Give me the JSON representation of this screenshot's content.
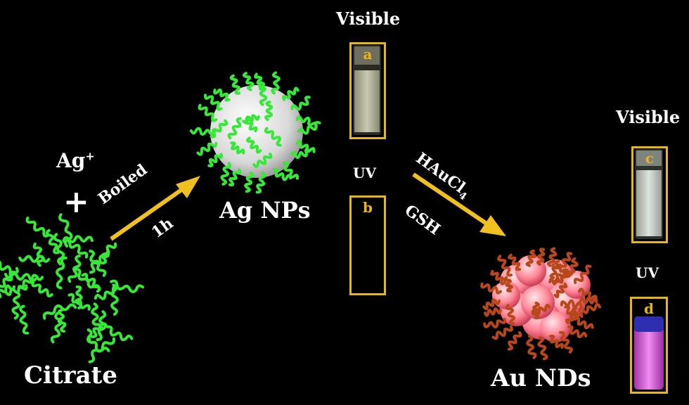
{
  "labels": {
    "visible_top": "Visible",
    "visible_right": "Visible",
    "uv_middle": "UV",
    "uv_right": "UV",
    "ag_ion": "Ag",
    "ag_ion_sup": "+",
    "plus": "+",
    "citrate": "Citrate",
    "ag_nps": "Ag NPs",
    "au_nds": "Au NDs",
    "boiled": "Boiled",
    "time": "1h",
    "hau": "HAuCl",
    "hau_sub": "4",
    "gsh": "GSH"
  },
  "vials": [
    {
      "letter": "a",
      "mode": "Visible",
      "liquid_color": "#b9b8a0"
    },
    {
      "letter": "b",
      "mode": "UV",
      "liquid_color": "#000000"
    },
    {
      "letter": "c",
      "mode": "Visible",
      "liquid_color": "#c8cfc8"
    },
    {
      "letter": "d",
      "mode": "UV",
      "liquid_color": "#d85fd8"
    }
  ],
  "colors": {
    "frame": "#e8b51a",
    "arrow": "#f0c020",
    "citrate_strand": "#38e838",
    "ag_particle": "#e8e8e8",
    "au_particle": "#ff8a9a",
    "au_strand": "#b8481a"
  }
}
